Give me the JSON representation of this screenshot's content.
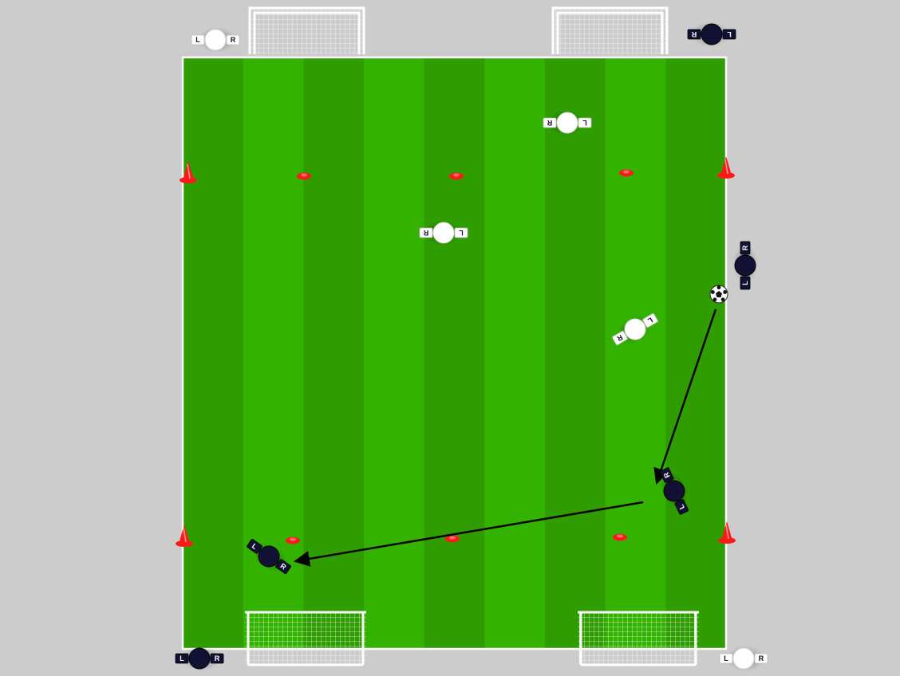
{
  "colors": {
    "surround": "#cccccc",
    "stripe_dark": "#2f9c00",
    "stripe_light": "#33b300",
    "pitch_line": "#ffffff",
    "cone": "#ff1a1a",
    "team_white": "#ffffff",
    "team_navy": "#111133",
    "arrow": "#000000",
    "net": "#ffffff"
  },
  "labels": {
    "left_foot": "L",
    "right_foot": "R"
  },
  "pitch": {
    "stripes": 9
  },
  "goals": [
    {
      "id": "goal-top-left",
      "orientation": "top"
    },
    {
      "id": "goal-top-right",
      "orientation": "top"
    },
    {
      "id": "goal-bottom-left",
      "orientation": "bottom"
    },
    {
      "id": "goal-bottom-right",
      "orientation": "bottom"
    }
  ],
  "cones": [
    {
      "id": "tall-cone-top-left",
      "kind": "tall"
    },
    {
      "id": "disc-cone-top-1",
      "kind": "disc"
    },
    {
      "id": "disc-cone-top-2",
      "kind": "disc"
    },
    {
      "id": "disc-cone-top-3",
      "kind": "disc"
    },
    {
      "id": "tall-cone-top-right",
      "kind": "tall"
    },
    {
      "id": "tall-cone-bottom-left",
      "kind": "tall"
    },
    {
      "id": "disc-cone-bottom-1",
      "kind": "disc"
    },
    {
      "id": "disc-cone-bottom-2",
      "kind": "disc"
    },
    {
      "id": "disc-cone-bottom-3",
      "kind": "disc"
    },
    {
      "id": "tall-cone-bottom-right",
      "kind": "tall"
    }
  ],
  "players": [
    {
      "id": "white-player-top-left-corner",
      "team": "white"
    },
    {
      "id": "navy-player-top-right-corner",
      "team": "navy"
    },
    {
      "id": "white-player-1",
      "team": "white"
    },
    {
      "id": "white-player-2",
      "team": "white"
    },
    {
      "id": "white-player-3",
      "team": "white"
    },
    {
      "id": "navy-player-right-sideline",
      "team": "navy"
    },
    {
      "id": "navy-player-receiver",
      "team": "navy"
    },
    {
      "id": "navy-player-target",
      "team": "navy"
    },
    {
      "id": "navy-player-bottom-left-corner",
      "team": "navy"
    },
    {
      "id": "white-player-bottom-right-corner",
      "team": "white"
    }
  ],
  "ball": {
    "id": "soccer-ball"
  },
  "passes": [
    {
      "id": "pass-arrow-1",
      "from": "soccer-ball",
      "to": "navy-player-receiver"
    },
    {
      "id": "pass-arrow-2",
      "from": "navy-player-receiver",
      "to": "navy-player-target"
    }
  ]
}
